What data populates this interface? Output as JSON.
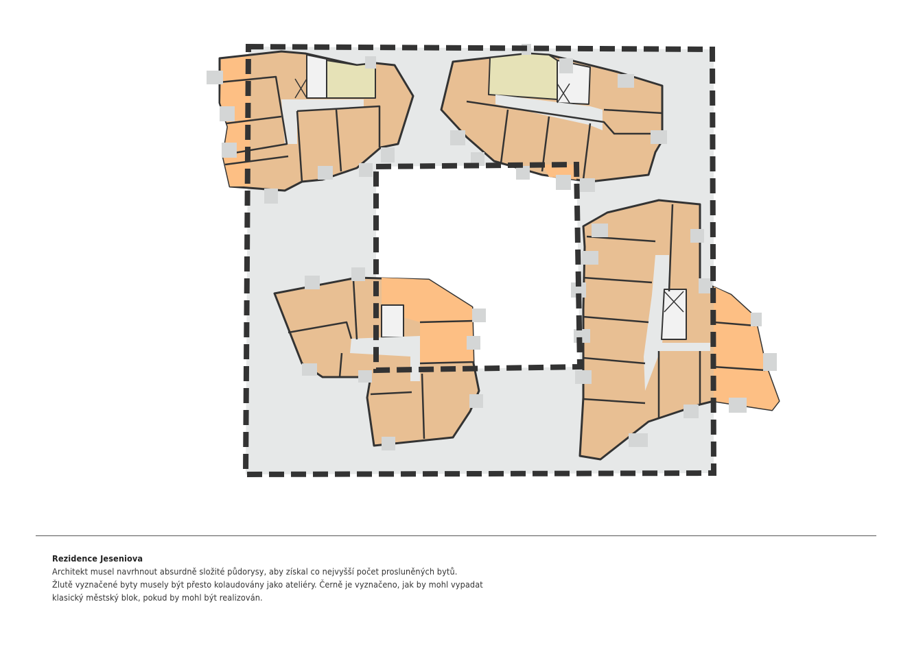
{
  "colors": {
    "apartment": "#e8bf93",
    "sunlit_apartment": "#fdbf84",
    "studio_yellow": "#e6e2b7",
    "courtyard_grey": "#e6e8e8",
    "balcony_grey": "#d4d6d6",
    "outline": "#333333"
  },
  "caption": {
    "title": "Rezidence Jeseniova",
    "lines": [
      "Architekt musel navrhnout absurdně složité půdorysy, aby získal co nejvyšší počet prosluněných bytů.",
      "Žlutě vyznačené byty musely být přesto kolaudovány jako ateliéry. Černě je vyznačeno, jak by mohl vypadat",
      "klasický městský blok, pokud by mohl být realizován."
    ]
  }
}
